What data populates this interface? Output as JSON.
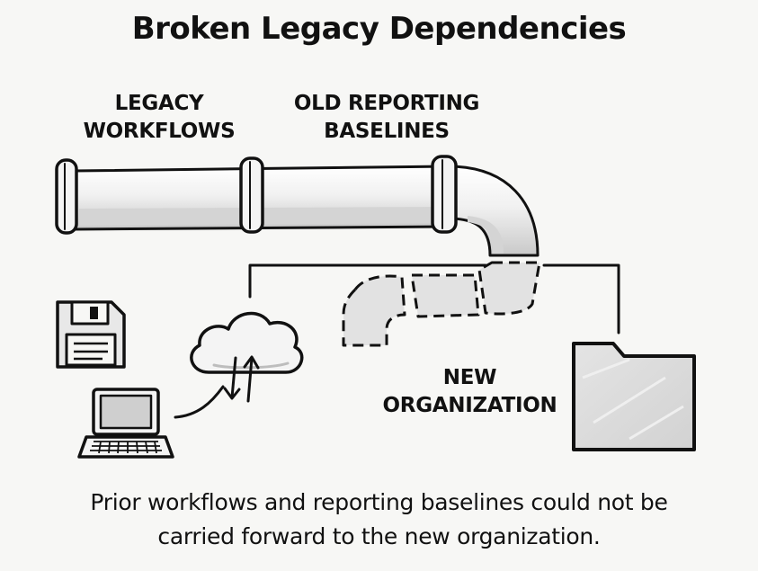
{
  "title": "Broken Legacy Dependencies",
  "labels": {
    "legacy_workflows": [
      "LEGACY",
      "WORKFLOWS"
    ],
    "old_reporting_baselines": [
      "OLD REPORTING",
      "BASELINES"
    ],
    "new_organization": [
      "NEW",
      "ORGANIZATION"
    ]
  },
  "caption": [
    "Prior workflows and reporting baselines could not be",
    "carried forward to the new organization."
  ],
  "icons": {
    "floppy": "floppy-disk-icon",
    "laptop": "laptop-icon",
    "cloud": "cloud-sync-icon",
    "folder": "folder-icon",
    "pipe": "pipe-icon"
  },
  "colors": {
    "ink": "#111111",
    "background": "#f7f7f5",
    "fill_light": "#e6e6e6",
    "fill_shade": "#cfcfcf"
  }
}
